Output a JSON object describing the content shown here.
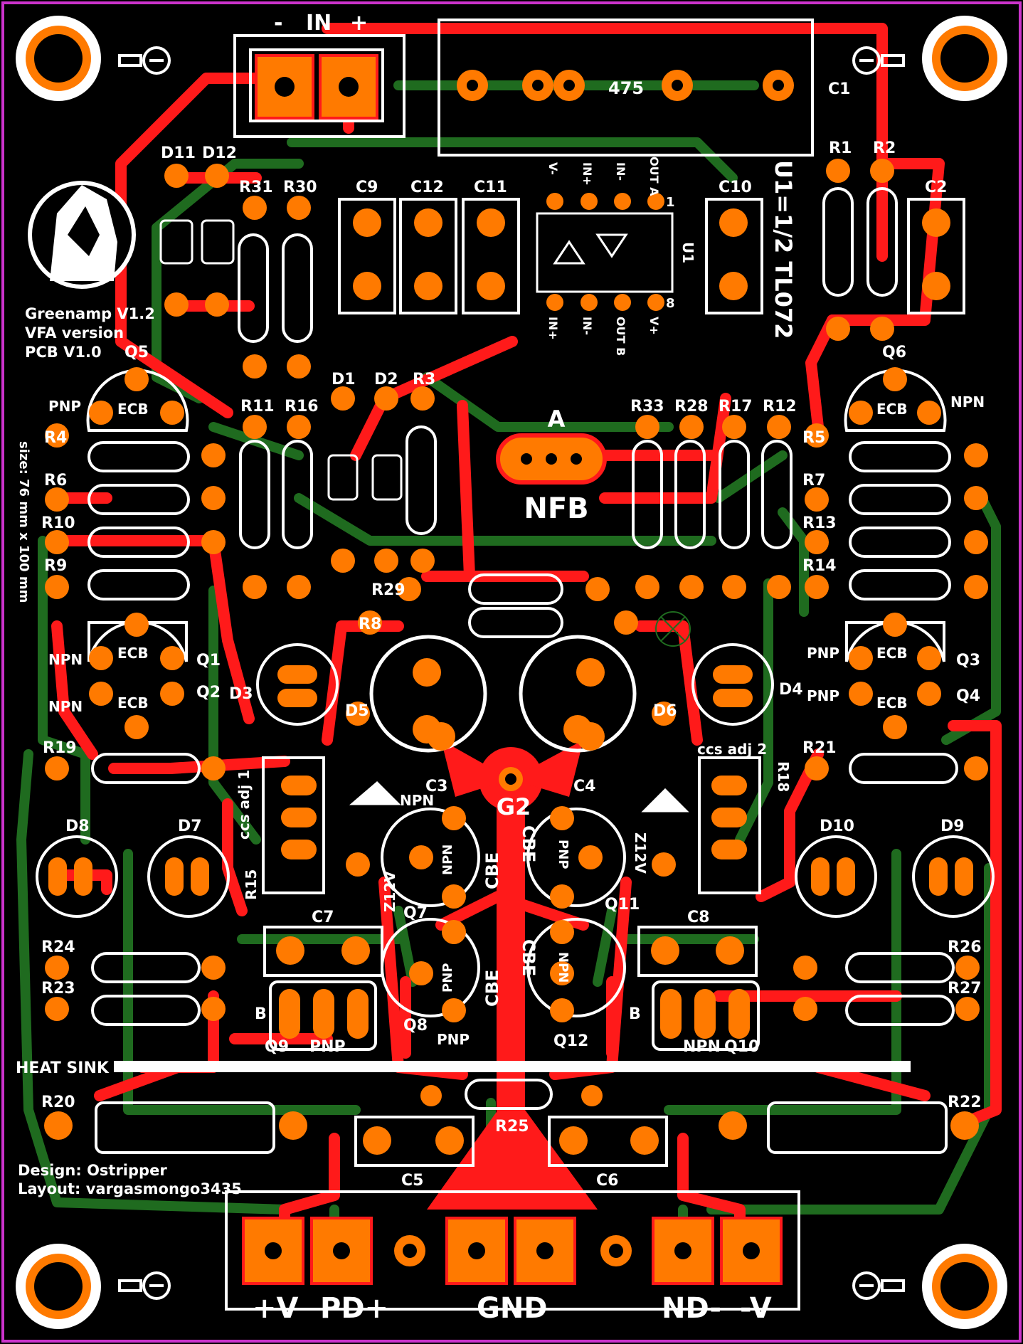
{
  "colors": {
    "background": "#000000",
    "border": "#cc33cc",
    "top_copper": "#ff1a1a",
    "bottom_copper": "#1f6b1f",
    "pad": "#ff7a00",
    "silkscreen": "#ffffff"
  },
  "connectors": {
    "input": {
      "title": "IN",
      "minus": "-",
      "plus": "+"
    },
    "power_labels": [
      "+V",
      "PD+",
      "GND",
      "ND-",
      "-V"
    ]
  },
  "board_info": {
    "name": "Greenamp V1.2",
    "version": "VFA version",
    "pcb": "PCB V1.0",
    "size": "size: 76 mm x 100 mm",
    "design": "Design: Ostripper",
    "layout": "Layout: vargasmongo3435"
  },
  "texts": {
    "opamp": "U1=1/2 TL072",
    "u1": "U1",
    "c1_value": "475",
    "nfb_a": "A",
    "nfb": "NFB",
    "g2": "G2",
    "heat_sink": "HEAT SINK",
    "ccs_adj_1": "ccs adj 1",
    "ccs_adj_2": "ccs adj 2",
    "zener": "Z12V",
    "pin_top": [
      "V-",
      "IN+",
      "IN-",
      "OUT A"
    ],
    "pin_bottom": [
      "IN+",
      "IN-",
      "OUT B",
      "V+"
    ],
    "pin_1": "1",
    "pin_8": "8"
  },
  "designators": {
    "C1": "C1",
    "C2": "C2",
    "C3": "C3",
    "C4": "C4",
    "C5": "C5",
    "C6": "C6",
    "C7": "C7",
    "C8": "C8",
    "C9": "C9",
    "C10": "C10",
    "C11": "C11",
    "C12": "C12",
    "R1": "R1",
    "R2": "R2",
    "R3": "R3",
    "R4": "R4",
    "R5": "R5",
    "R6": "R6",
    "R7": "R7",
    "R8": "R8",
    "R9": "R9",
    "R10": "R10",
    "R11": "R11",
    "R12": "R12",
    "R13": "R13",
    "R14": "R14",
    "R15": "R15",
    "R16": "R16",
    "R17": "R17",
    "R18": "R18",
    "R19": "R19",
    "R20": "R20",
    "R21": "R21",
    "R22": "R22",
    "R23": "R23",
    "R24": "R24",
    "R25": "R25",
    "R26": "R26",
    "R27": "R27",
    "R28": "R28",
    "R29": "R29",
    "R30": "R30",
    "R31": "R31",
    "R33": "R33",
    "D1": "D1",
    "D2": "D2",
    "D3": "D3",
    "D4": "D4",
    "D5": "D5",
    "D6": "D6",
    "D7": "D7",
    "D8": "D8",
    "D9": "D9",
    "D10": "D10",
    "D11": "D11",
    "D12": "D12",
    "Q1": "Q1",
    "Q2": "Q2",
    "Q3": "Q3",
    "Q4": "Q4",
    "Q5": "Q5",
    "Q6": "Q6",
    "Q7": "Q7",
    "Q8": "Q8",
    "Q9": "Q9",
    "Q10": "Q10",
    "Q11": "Q11",
    "Q12": "Q12"
  },
  "transistor_text": {
    "pnp": "PNP",
    "npn": "NPN",
    "ecb": "ECB",
    "cbe": "CBE",
    "b": "B"
  }
}
